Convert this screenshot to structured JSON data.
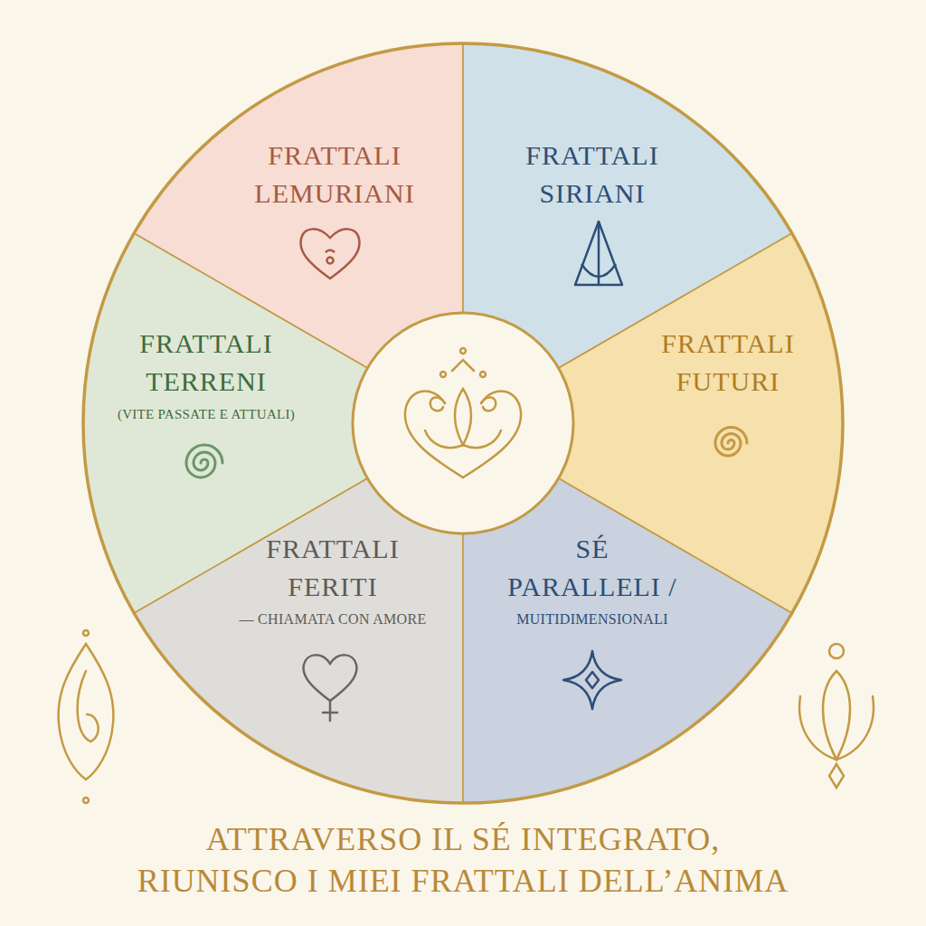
{
  "diagram": {
    "caption": "ATTRAVERSO IL SÉ INTEGRATO, RIUNISCO I MIEI FRATTALI DELL’ANIMA",
    "nodes": [
      {
        "text": [
          "FRATTALI LEMURIANI"
        ]
      },
      {
        "text": [
          "FRATTALI SIRIANI"
        ]
      },
      {
        "text": [
          "FRATTALI TERRENI",
          "(VITE PASSATE E ATTUALI)"
        ]
      },
      {
        "text": [
          "FRATTALI FUTURI"
        ]
      },
      {
        "text": [
          "FRATTALI FERITI",
          "— CHIAMATA CON AMORE"
        ]
      },
      {
        "text": [
          "SÉ PARALLELI /",
          "MUITIDIMENSIONALI"
        ]
      }
    ]
  }
}
